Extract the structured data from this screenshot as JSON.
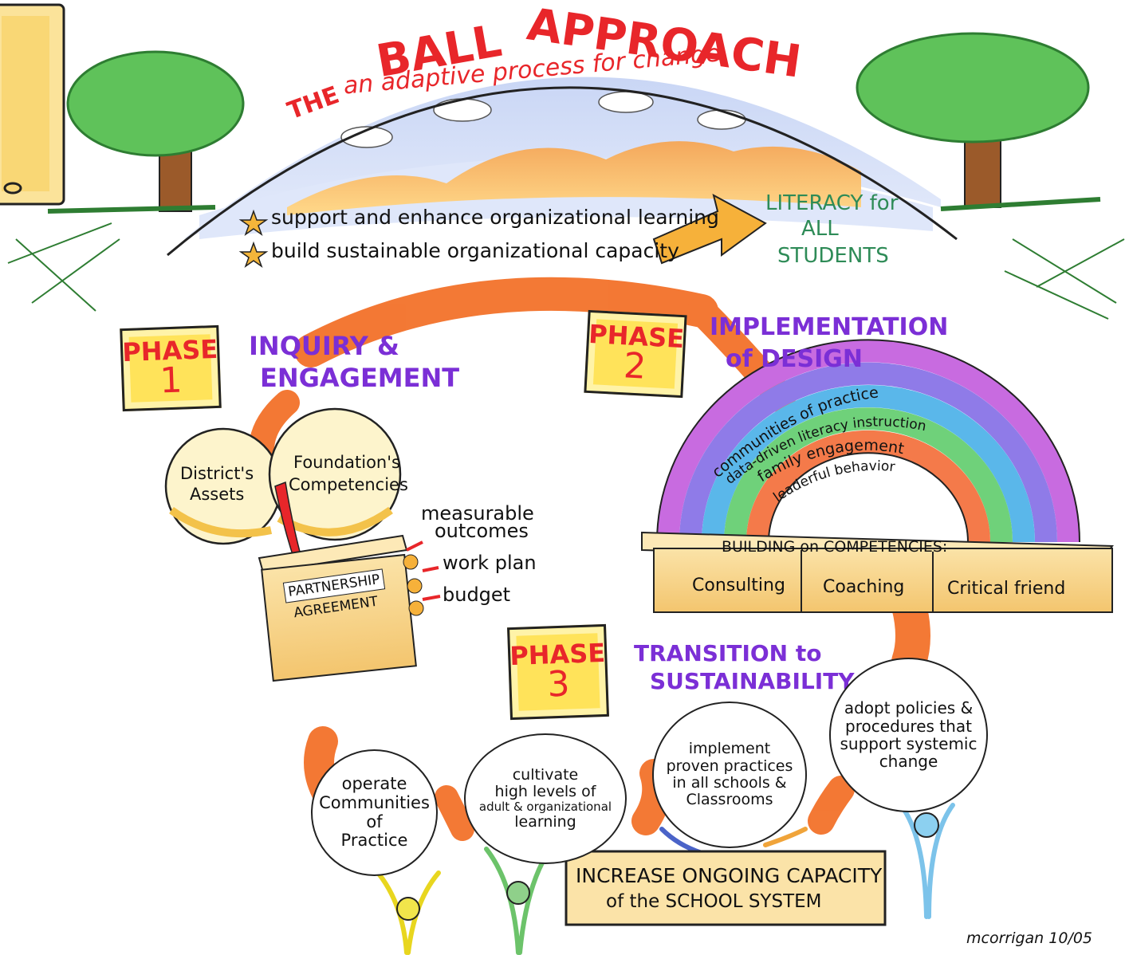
{
  "title": {
    "the": "THE",
    "ball": "BALL",
    "approach": "APPROACH",
    "subtitle": "an adaptive process for change"
  },
  "goals": [
    "support and enhance organizational learning",
    "build sustainable organizational capacity"
  ],
  "outcome": [
    "LITERACY for",
    "ALL",
    "STUDENTS"
  ],
  "phases": [
    {
      "label": "PHASE",
      "number": "1",
      "title": [
        "INQUIRY &",
        "ENGAGEMENT"
      ]
    },
    {
      "label": "PHASE",
      "number": "2",
      "title": [
        "IMPLEMENTATION",
        "of DESIGN"
      ]
    },
    {
      "label": "PHASE",
      "number": "3",
      "title": [
        "TRANSITION to",
        "SUSTAINABILITY"
      ]
    }
  ],
  "venn": {
    "left": [
      "District's",
      "Assets"
    ],
    "right": [
      "Foundation's",
      "Competencies"
    ]
  },
  "agreement": {
    "label": [
      "PARTNERSHIP",
      "AGREEMENT"
    ],
    "items": [
      [
        "measurable",
        "outcomes"
      ],
      [
        "work plan"
      ],
      [
        "budget"
      ]
    ]
  },
  "rainbow": {
    "bands": [
      "communities of practice",
      "data-driven literacy instruction",
      "family engagement",
      "leaderful behavior"
    ],
    "band_colors": [
      "#c86be0",
      "#8f7be8",
      "#5ab7ea",
      "#6fd17a",
      "#f47a4a"
    ]
  },
  "competencies": {
    "heading": "BUILDING on COMPETENCIES:",
    "items": [
      "Consulting",
      "Coaching",
      "Critical friend"
    ]
  },
  "phase3_circles": [
    [
      "operate",
      "Communities",
      "of",
      "Practice"
    ],
    [
      "cultivate",
      "high levels of",
      "adult & organizational",
      "learning"
    ],
    [
      "implement",
      "proven practices",
      "in all schools &",
      "Classrooms"
    ],
    [
      "adopt policies &",
      "procedures that",
      "support systemic",
      "change"
    ]
  ],
  "capacity_banner": [
    "INCREASE ONGOING CAPACITY",
    "of the SCHOOL SYSTEM"
  ],
  "signature": "mcorrigan 10/05",
  "colors": {
    "title_red": "#e8262a",
    "phase_purple": "#7b2fd6",
    "literacy_green": "#2e8b57",
    "arc_orange": "#f26a1f",
    "phase_yellow": "#ffe35a",
    "box_tan": "#f5c979"
  }
}
